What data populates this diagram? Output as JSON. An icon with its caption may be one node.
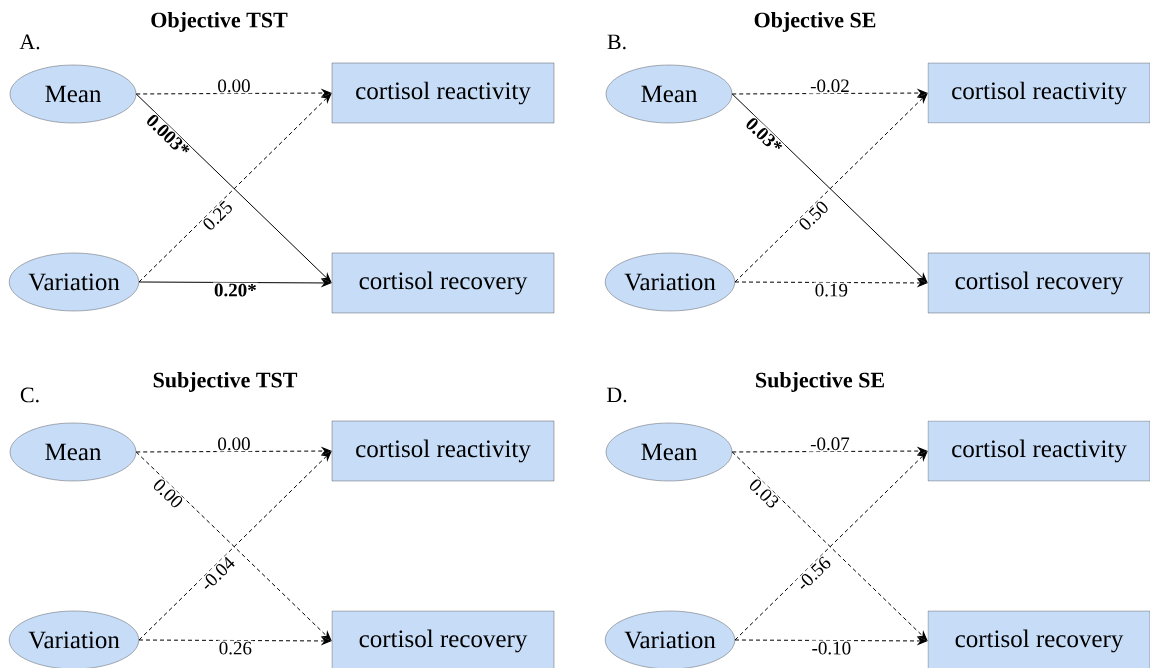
{
  "diagram": {
    "nodes": [
      {
        "text": [
          "Mean"
        ]
      },
      {
        "text": [
          "cortisol reactivity"
        ]
      },
      {
        "text": [
          "Variation"
        ]
      },
      {
        "text": [
          "cortisol recovery"
        ]
      },
      {
        "text": [
          "Mean"
        ]
      },
      {
        "text": [
          "cortisol reactivity"
        ]
      },
      {
        "text": [
          "Variation"
        ]
      },
      {
        "text": [
          "cortisol recovery"
        ]
      },
      {
        "text": [
          "Mean"
        ]
      },
      {
        "text": [
          "cortisol reactivity"
        ]
      },
      {
        "text": [
          "Variation"
        ]
      },
      {
        "text": [
          "cortisol recovery"
        ]
      },
      {
        "text": [
          "Mean"
        ]
      },
      {
        "text": [
          "cortisol reactivity"
        ]
      },
      {
        "text": [
          "Variation"
        ]
      },
      {
        "text": [
          "cortisol recovery"
        ]
      }
    ],
    "edges": [
      {
        "from": 0,
        "to": 1,
        "arrow": "to",
        "label": "0.00",
        "style": "dashed"
      },
      {
        "from": 0,
        "to": 3,
        "arrow": "to",
        "label": "0.003*"
      },
      {
        "from": 2,
        "to": 1,
        "arrow": "to",
        "label": "0.25",
        "style": "dashed"
      },
      {
        "from": 2,
        "to": 3,
        "arrow": "to",
        "label": "0.20*"
      },
      {
        "from": 4,
        "to": 5,
        "arrow": "to",
        "label": "-0.02",
        "style": "dashed"
      },
      {
        "from": 4,
        "to": 7,
        "arrow": "to",
        "label": "0.03*"
      },
      {
        "from": 6,
        "to": 5,
        "arrow": "to",
        "label": "0.50",
        "style": "dashed"
      },
      {
        "from": 6,
        "to": 7,
        "arrow": "to",
        "label": "0.19",
        "style": "dashed"
      },
      {
        "from": 8,
        "to": 9,
        "arrow": "to",
        "label": "0.00",
        "style": "dashed"
      },
      {
        "from": 8,
        "to": 11,
        "arrow": "to",
        "label": "0.00",
        "style": "dashed"
      },
      {
        "from": 10,
        "to": 9,
        "arrow": "to",
        "label": "-0.04",
        "style": "dashed"
      },
      {
        "from": 10,
        "to": 11,
        "arrow": "to",
        "label": "0.26",
        "style": "dashed"
      },
      {
        "from": 12,
        "to": 13,
        "arrow": "to",
        "label": "-0.07",
        "style": "dashed"
      },
      {
        "from": 12,
        "to": 15,
        "arrow": "to",
        "label": "0.03",
        "style": "dashed"
      },
      {
        "from": 14,
        "to": 13,
        "arrow": "to",
        "label": "-0.56",
        "style": "dashed"
      },
      {
        "from": 14,
        "to": 15,
        "arrow": "to",
        "label": "-0.10",
        "style": "dashed"
      }
    ],
    "labels": [
      "A.",
      "Objective TST",
      "B.",
      "Objective SE",
      "C.",
      "Subjective TST",
      "D.",
      "Subjective SE"
    ]
  }
}
